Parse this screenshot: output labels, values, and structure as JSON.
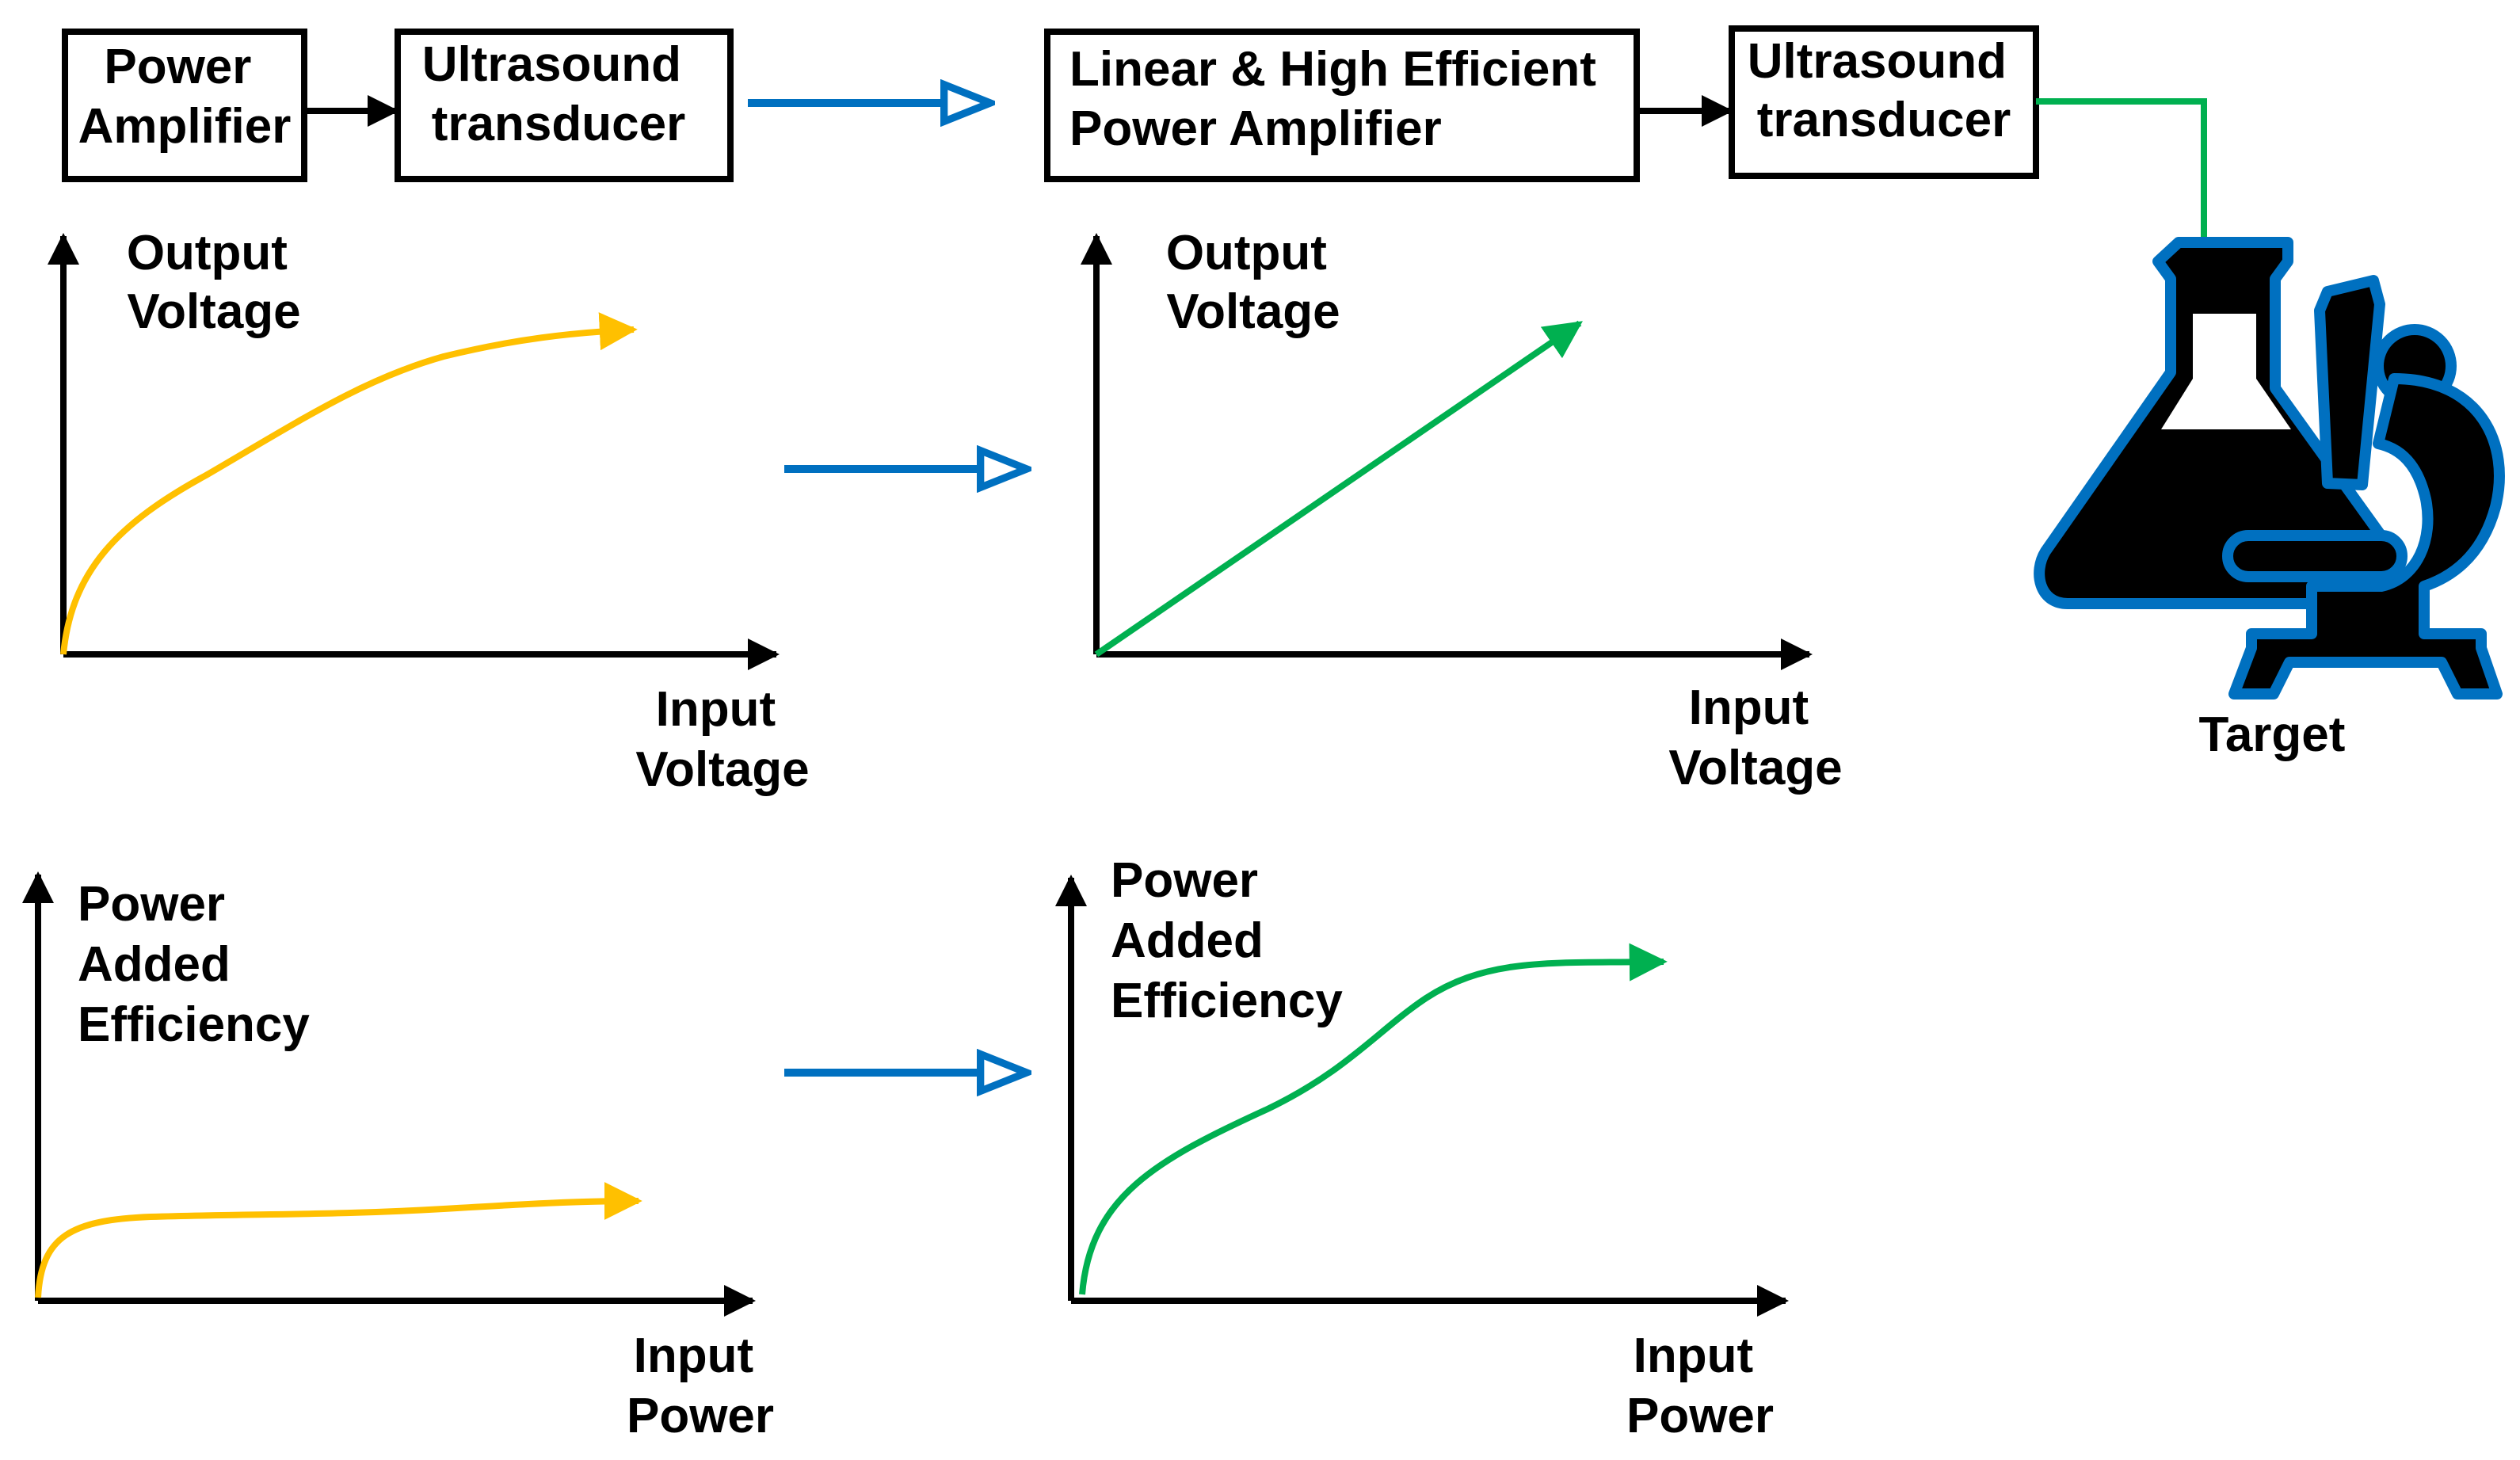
{
  "colors": {
    "old": "#FFC000",
    "new": "#00B050",
    "transition": "#0070C0",
    "outline": "#000000",
    "icon_border": "#0070C0"
  },
  "top_left": {
    "block1": [
      "Power",
      "Amplifier"
    ],
    "block2": [
      "Ultrasound",
      "transducer"
    ]
  },
  "top_right": {
    "block1": [
      "Linear & High Efficient",
      "Power Amplifier"
    ],
    "block2": [
      "Ultrasound",
      "transducer"
    ]
  },
  "target": {
    "label": "Target",
    "icon": "flask-and-microscope-icon"
  },
  "charts": {
    "voltage_old": {
      "ylabel": [
        "Output",
        "Voltage"
      ],
      "xlabel": [
        "Input",
        "Voltage"
      ]
    },
    "voltage_new": {
      "ylabel": [
        "Output",
        "Voltage"
      ],
      "xlabel": [
        "Input",
        "Voltage"
      ]
    },
    "pae_old": {
      "ylabel": [
        "Power",
        "Added",
        "Efficiency"
      ],
      "xlabel": [
        "Input",
        "Power"
      ]
    },
    "pae_new": {
      "ylabel": [
        "Power",
        "Added",
        "Efficiency"
      ],
      "xlabel": [
        "Input",
        "Power"
      ]
    }
  }
}
